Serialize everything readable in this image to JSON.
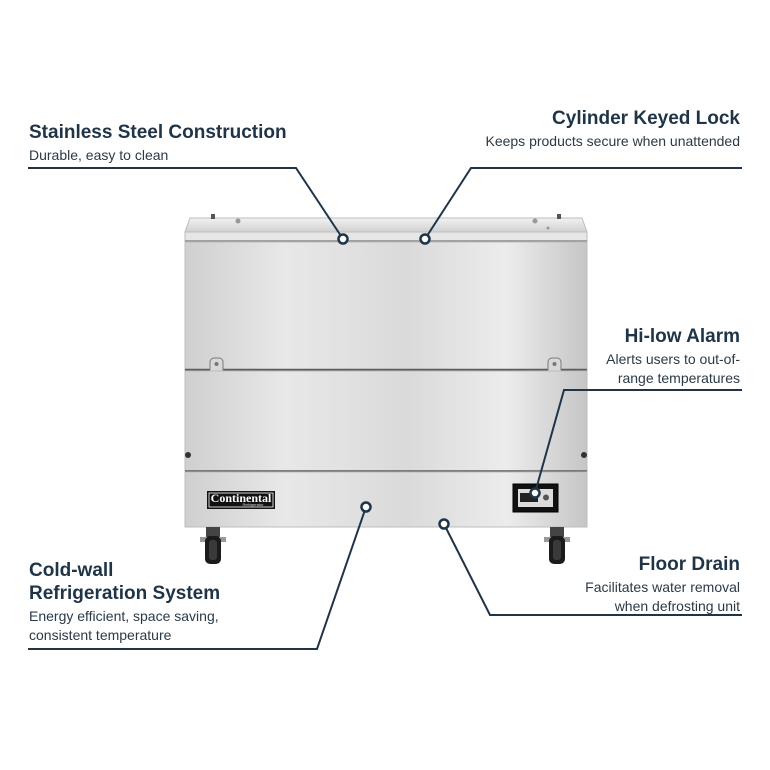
{
  "callouts": {
    "stainless": {
      "title": "Stainless Steel Construction",
      "desc": "Durable, easy to clean"
    },
    "lock": {
      "title": "Cylinder Keyed Lock",
      "desc": "Keeps products secure when unattended"
    },
    "alarm": {
      "title": "Hi-low Alarm",
      "desc_line1": "Alerts users to out-of-",
      "desc_line2": "range temperatures"
    },
    "coldwall": {
      "title_line1": "Cold-wall",
      "title_line2": "Refrigeration System",
      "desc_line1": "Energy efficient, space saving,",
      "desc_line2": "consistent temperature"
    },
    "drain": {
      "title": "Floor Drain",
      "desc_line1": "Facilitates water removal",
      "desc_line2": "when defrosting unit"
    }
  },
  "product": {
    "brand_logo": "Continental",
    "brand_sub": "Refrigerator"
  },
  "colors": {
    "text": "#1f3447",
    "leader_line": "#1f3447",
    "steel_light": "#e3e3e3",
    "steel_dark": "#b9b9b9"
  }
}
